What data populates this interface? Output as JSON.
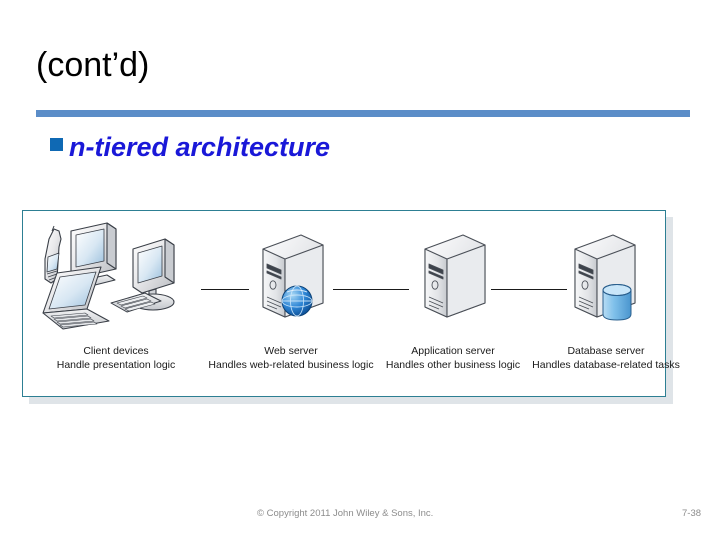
{
  "slide": {
    "title": "(cont’d)",
    "rule_color": "#5b8dc8",
    "bullet_marker_color": "#0f69b4",
    "bullet_text": "n-tiered architecture",
    "bullet_text_color": "#1a18d8",
    "background": "#ffffff"
  },
  "figure": {
    "border_color": "#2d7f93",
    "shadow_color": "#dfe4e8",
    "tiers": [
      {
        "id": "client",
        "icon": "client-devices-icon",
        "title": "Client devices",
        "desc": "Handle presentation logic"
      },
      {
        "id": "web",
        "icon": "web-server-icon",
        "title": "Web server",
        "desc": "Handles web-related business logic"
      },
      {
        "id": "app",
        "icon": "application-server-icon",
        "title": "Application server",
        "desc": "Handles other business logic"
      },
      {
        "id": "db",
        "icon": "database-server-icon",
        "title": "Database server",
        "desc": "Handles database-related tasks"
      }
    ]
  },
  "footer": {
    "copyright": "© Copyright 2011 John Wiley & Sons, Inc.",
    "page_number": "7-38",
    "text_color": "#8c8c8c"
  }
}
